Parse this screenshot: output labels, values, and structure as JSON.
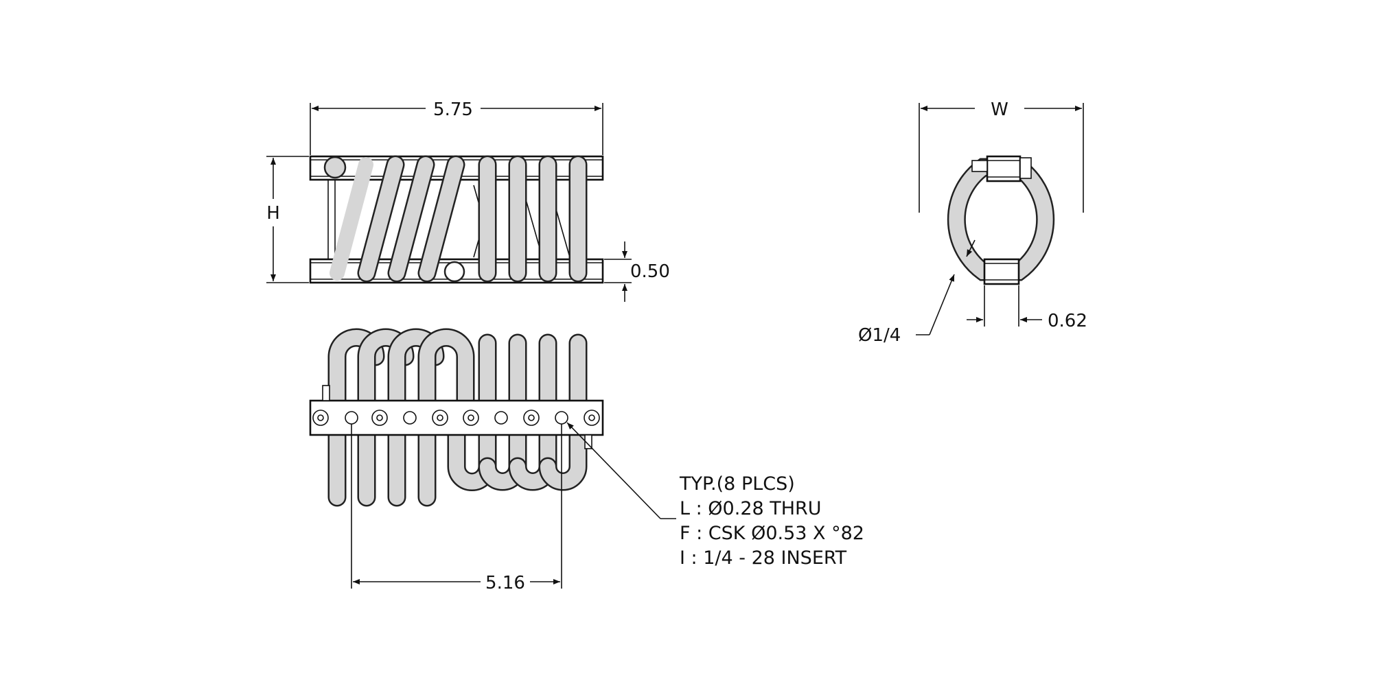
{
  "colors": {
    "line": "#111111",
    "coil_fill": "#d6d6d6",
    "bar_fill": "#ffffff",
    "background": "#ffffff"
  },
  "front_view": {
    "width_dim": "5.75",
    "height_dim": "H",
    "bar_thickness_dim": "0.50"
  },
  "top_view": {
    "hole_spacing_dim": "5.16",
    "callout": {
      "line1": "TYP.(8 PLCS)",
      "line2": "L : Ø0.28 THRU",
      "line3": "F : CSK Ø0.53 X °82",
      "line4": "I : 1/4 - 28 INSERT"
    }
  },
  "side_view": {
    "width_dim": "W",
    "wire_dia_dim": "Ø1/4",
    "block_width_dim": "0.62"
  }
}
